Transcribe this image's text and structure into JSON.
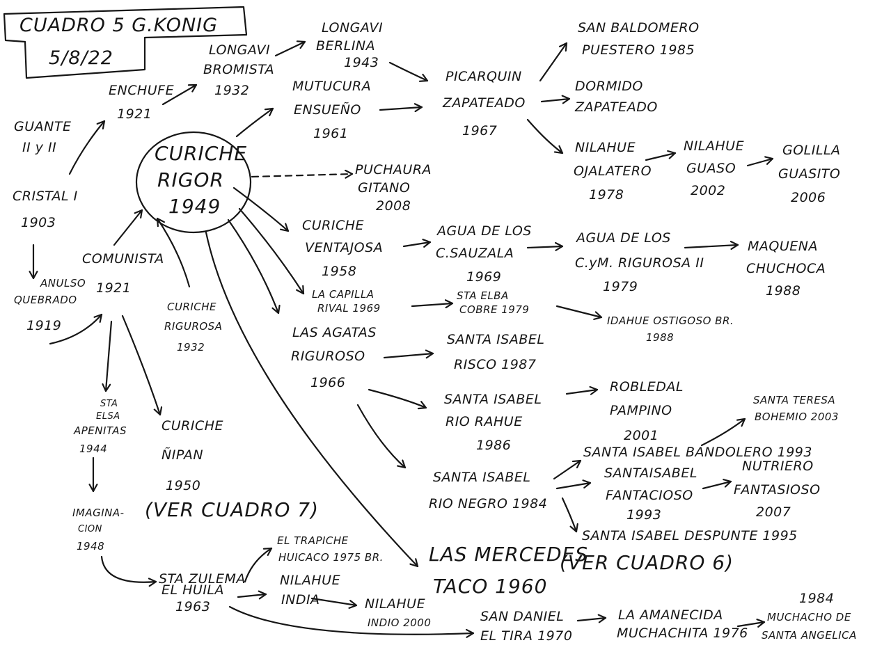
{
  "header": {
    "title": "CUADRO 5 G.KONIG",
    "date": "5/8/22"
  },
  "nodes": [
    {
      "id": "guante",
      "lines": [
        "GUANTE",
        "II y II"
      ]
    },
    {
      "id": "cristal",
      "lines": [
        "CRISTAL I",
        "1903"
      ]
    },
    {
      "id": "enchufe",
      "lines": [
        "ENCHUFE",
        "1921"
      ]
    },
    {
      "id": "longavi_bromista",
      "lines": [
        "LONGAVI",
        "BROMISTA",
        "1932"
      ]
    },
    {
      "id": "longavi_berlina",
      "lines": [
        "LONGAVI",
        "BERLINA",
        "1943"
      ]
    },
    {
      "id": "mutucura",
      "lines": [
        "MUTUCURA",
        "ENSUEÑO",
        "1961"
      ]
    },
    {
      "id": "picarquin",
      "lines": [
        "PICARQUIN",
        "ZAPATEADO",
        "1967"
      ]
    },
    {
      "id": "san_baldomero",
      "lines": [
        "SAN BALDOMERO",
        "PUESTERO 1985"
      ]
    },
    {
      "id": "dormido",
      "lines": [
        "DORMIDO",
        "ZAPATEADO"
      ]
    },
    {
      "id": "nilahue_ojalatero",
      "lines": [
        "NILAHUE",
        "OJALATERO",
        "1978"
      ]
    },
    {
      "id": "nilahue_guaso",
      "lines": [
        "NILAHUE",
        "GUASO",
        "2002"
      ]
    },
    {
      "id": "golilla",
      "lines": [
        "GOLILLA",
        "GUASITO",
        "2006"
      ]
    },
    {
      "id": "curiche_rigor",
      "lines": [
        "CURICHE",
        "RIGOR",
        "1949"
      ]
    },
    {
      "id": "puchaura",
      "lines": [
        "PUCHAURA",
        "GITANO",
        "2008"
      ]
    },
    {
      "id": "anulso",
      "lines": [
        "ANULSO",
        "QUEBRADO",
        "1919"
      ]
    },
    {
      "id": "comunista",
      "lines": [
        "COMUNISTA",
        "1921"
      ]
    },
    {
      "id": "curiche_rigurosa",
      "lines": [
        "CURICHE",
        "RIGUROSA",
        "1932"
      ]
    },
    {
      "id": "curiche_ventajosa",
      "lines": [
        "CURICHE",
        "VENTAJOSA",
        "1958"
      ]
    },
    {
      "id": "agua_sauzala",
      "lines": [
        "AGUA DE LOS",
        "C.SAUZALA",
        "1969"
      ]
    },
    {
      "id": "agua_rigurosa",
      "lines": [
        "AGUA DE LOS",
        "C.yM. RIGUROSA II",
        "1979"
      ]
    },
    {
      "id": "maquena",
      "lines": [
        "MAQUENA",
        "CHUCHOCA",
        "1988"
      ]
    },
    {
      "id": "la_capilla",
      "lines": [
        "LA CAPILLA",
        "RIVAL 1969"
      ]
    },
    {
      "id": "sta_elba",
      "lines": [
        "STA ELBA",
        "COBRE 1979"
      ]
    },
    {
      "id": "idahue",
      "lines": [
        "IDAHUE OSTIGOSO BR.",
        "1988"
      ]
    },
    {
      "id": "las_agatas",
      "lines": [
        "LAS AGATAS",
        "RIGUROSO",
        "1966"
      ]
    },
    {
      "id": "si_risco",
      "lines": [
        "SANTA ISABEL",
        "RISCO 1987"
      ]
    },
    {
      "id": "si_rio_rahue",
      "lines": [
        "SANTA ISABEL",
        "RIO RAHUE",
        "1986"
      ]
    },
    {
      "id": "robledal",
      "lines": [
        "ROBLEDAL",
        "PAMPINO",
        "2001"
      ]
    },
    {
      "id": "santa_teresa",
      "lines": [
        "SANTA TERESA",
        "BOHEMIO 2003"
      ]
    },
    {
      "id": "si_bandolero",
      "lines": [
        "SANTA ISABEL BANDOLERO 1993"
      ]
    },
    {
      "id": "si_rio_negro",
      "lines": [
        "SANTA ISABEL",
        "RIO NEGRO 1984"
      ]
    },
    {
      "id": "si_fantacioso",
      "lines": [
        "SANTAISABEL",
        "FANTACIOSO",
        "1993"
      ]
    },
    {
      "id": "nutriero",
      "lines": [
        "NUTRIERO",
        "FANTASIOSO",
        "2007"
      ]
    },
    {
      "id": "si_despunte",
      "lines": [
        "SANTA ISABEL DESPUNTE 1995"
      ]
    },
    {
      "id": "sta_elsa",
      "lines": [
        "STA",
        "ELSA",
        "APENITAS",
        "1944"
      ]
    },
    {
      "id": "curiche_nipan",
      "lines": [
        "CURICHE",
        "ÑIPAN",
        "1950"
      ]
    },
    {
      "id": "ver_cuadro_7",
      "lines": [
        "(VER CUADRO 7)"
      ]
    },
    {
      "id": "imaginacion",
      "lines": [
        "IMAGINA-",
        "CION",
        "1948"
      ]
    },
    {
      "id": "sta_zulema",
      "lines": [
        "STA ZULEMA",
        "EL HUILA",
        "1963"
      ]
    },
    {
      "id": "el_trapiche",
      "lines": [
        "EL TRAPICHE",
        "HUICACO 1975 BR."
      ]
    },
    {
      "id": "nilahue_india",
      "lines": [
        "NILAHUE",
        "INDIA"
      ]
    },
    {
      "id": "nilahue_indio",
      "lines": [
        "NILAHUE",
        "INDIO 2000"
      ]
    },
    {
      "id": "las_mercedes",
      "lines": [
        "LAS MERCEDES",
        "TACO 1960"
      ]
    },
    {
      "id": "ver_cuadro_6",
      "lines": [
        "(VER CUADRO 6)"
      ]
    },
    {
      "id": "san_daniel",
      "lines": [
        "SAN DANIEL",
        "EL TIRA 1970"
      ]
    },
    {
      "id": "la_amanecida",
      "lines": [
        "LA AMANECIDA",
        "MUCHACHITA 1976"
      ]
    },
    {
      "id": "muchacho",
      "lines": [
        "1984",
        "MUCHACHO DE",
        "SANTA ANGELICA"
      ]
    }
  ]
}
